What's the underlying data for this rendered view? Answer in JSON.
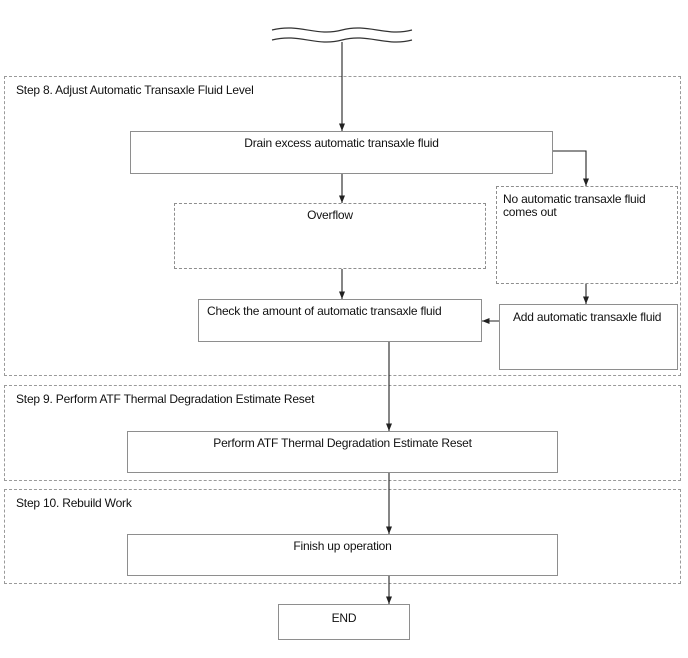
{
  "steps": {
    "step8": {
      "title": "Step 8. Adjust Automatic Transaxle Fluid Level"
    },
    "step9": {
      "title": "Step 9. Perform ATF Thermal Degradation Estimate Reset"
    },
    "step10": {
      "title": "Step 10. Rebuild Work"
    }
  },
  "boxes": {
    "drain": "Drain excess automatic transaxle fluid",
    "overflow": "Overflow",
    "no_fluid": "No automatic transaxle fluid comes out",
    "check": "Check the amount of automatic transaxle fluid",
    "add": "Add automatic transaxle fluid",
    "reset": "Perform ATF Thermal Degradation Estimate Reset",
    "finish": "Finish up operation",
    "end": "END"
  }
}
